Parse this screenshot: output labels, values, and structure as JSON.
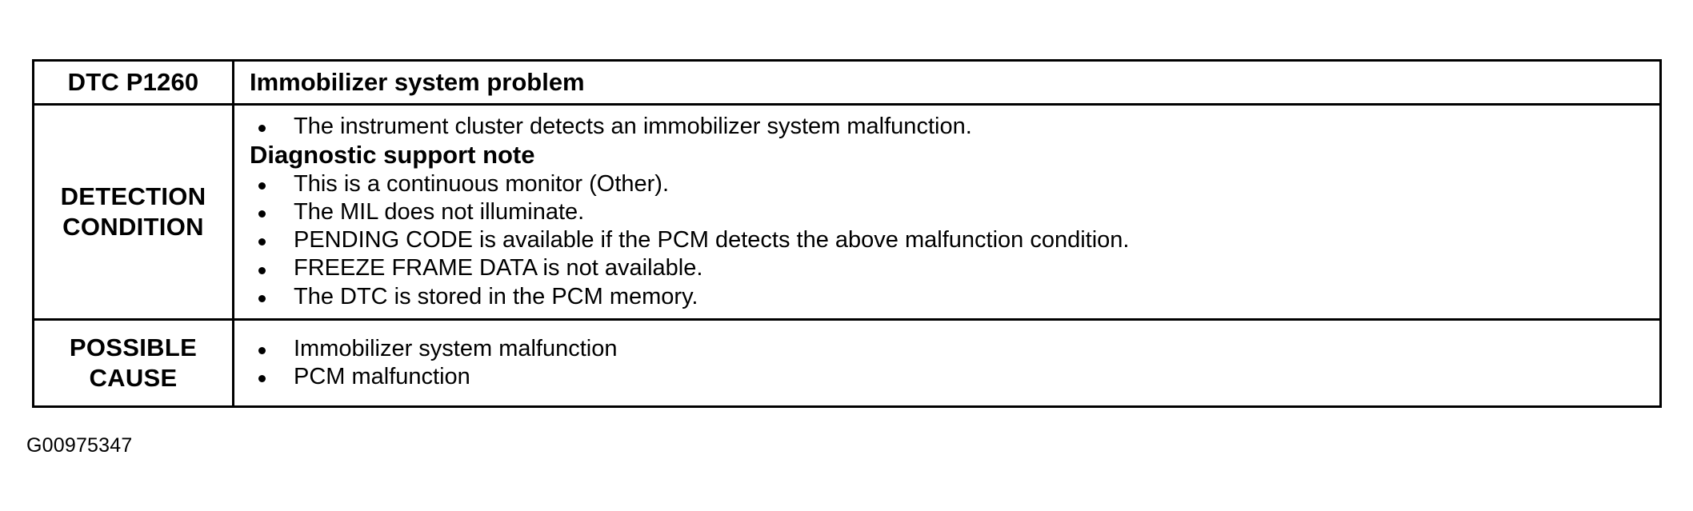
{
  "document": {
    "caption": "G00975347"
  },
  "table": {
    "header": {
      "code_label": "DTC P1260",
      "title": "Immobilizer system problem"
    },
    "rows": [
      {
        "label_lines": [
          "DETECTION",
          "CONDITION"
        ],
        "lead_bullets": [
          "The instrument cluster detects an immobilizer system malfunction."
        ],
        "note_heading": "Diagnostic support note",
        "note_bullets": [
          "This is a continuous monitor (Other).",
          "The MIL does not illuminate.",
          "PENDING CODE is available if the PCM detects the above malfunction condition.",
          "FREEZE FRAME DATA is not available.",
          "The DTC is stored in the PCM memory."
        ]
      },
      {
        "label_lines": [
          "POSSIBLE",
          "CAUSE"
        ],
        "bullets": [
          "Immobilizer system malfunction",
          "PCM malfunction"
        ]
      }
    ]
  }
}
